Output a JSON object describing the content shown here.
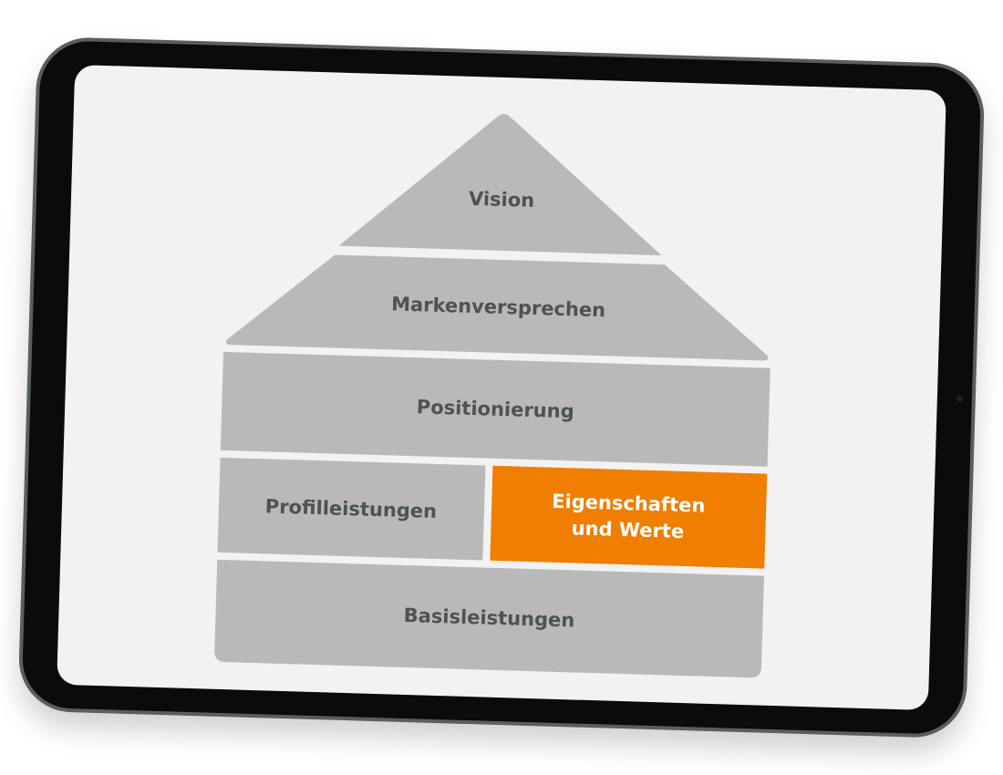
{
  "diagram": {
    "title": "Markenhaus",
    "levels": {
      "vision": "Vision",
      "markenversprechen": "Markenversprechen",
      "positionierung": "Positionierung",
      "profilleistungen": "Profilleistungen",
      "eigenschaften_line1": "Eigenschaften",
      "eigenschaften_line2": "und Werte",
      "basisleistungen": "Basisleistungen"
    },
    "colors": {
      "block": "#b8b9b8",
      "highlight": "#f07e00",
      "text": "#4d5252",
      "highlight_text": "#ffffff",
      "background": "#f2f2f2"
    },
    "highlighted": "Eigenschaften und Werte"
  }
}
